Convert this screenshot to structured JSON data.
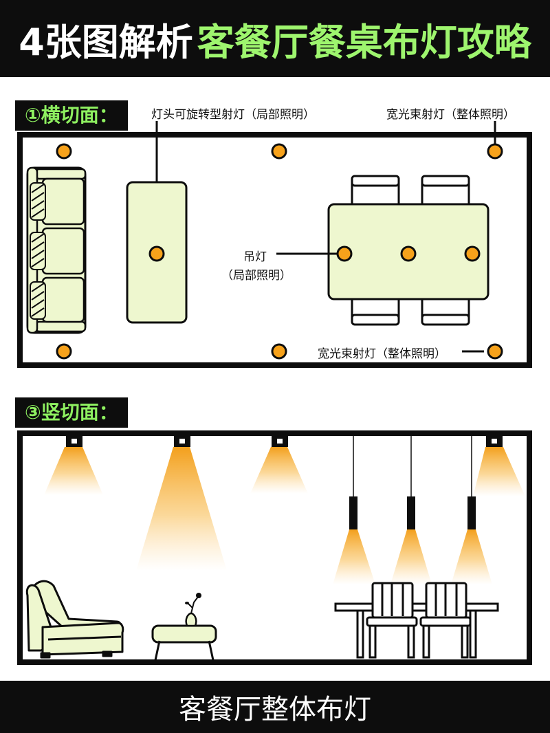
{
  "title": {
    "prefix": "4张图解析",
    "highlight": "客餐厅餐桌布灯攻略"
  },
  "sections": {
    "horizontal": {
      "label": "①横切面："
    },
    "vertical": {
      "label": "③竖切面："
    }
  },
  "callouts": {
    "rotating_spotlight": "灯头可旋转型射灯（局部照明）",
    "wide_beam_top": "宽光束射灯（整体照明）",
    "pendant": "吊灯",
    "pendant_sub": "（局部照明）",
    "wide_beam_bottom": "宽光束射灯（整体照明）"
  },
  "footer": {
    "caption": "客餐厅整体布灯"
  },
  "colors": {
    "dark": "#0d0d0d",
    "accent_green": "#9ef56e",
    "furniture_fill": "#eef7cf",
    "light_dot": "#f7a21b",
    "glow": "#f8b03c"
  }
}
